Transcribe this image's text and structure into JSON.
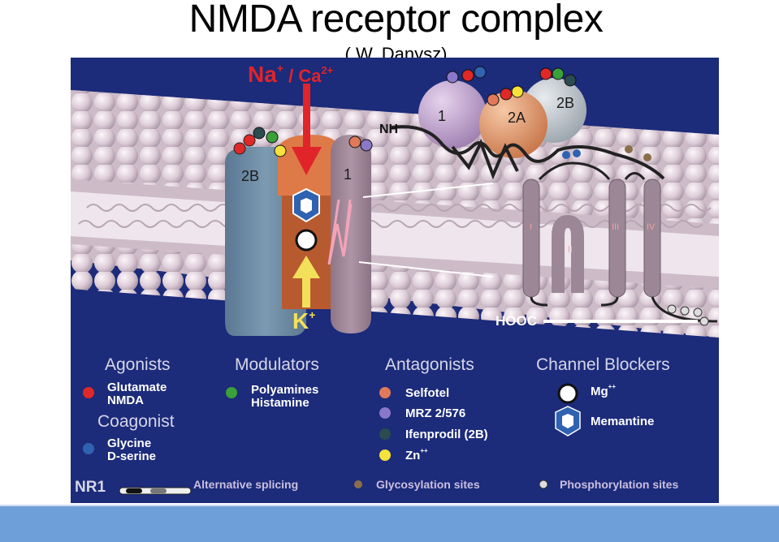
{
  "title": "NMDA receptor complex",
  "subtitle": "( W. Danysz)",
  "colors": {
    "background_blue": "#1c2b7a",
    "membrane": "#e9dde4",
    "subunit_2B": "#6e8ca4",
    "subunit_2A": "#d99a74",
    "subunit_1": "#a48ca4",
    "arrow_red": "#e0242a",
    "arrow_yellow": "#f2e05a",
    "footer": "#6f9fd8"
  },
  "diagram": {
    "ion_in": {
      "na": "Na",
      "na_sup": "+",
      "sep": " / ",
      "ca": "Ca",
      "ca_sup": "2+"
    },
    "ion_out": {
      "k": "K",
      "k_sup": "+"
    },
    "subunit_labels": {
      "left_2b": "2B",
      "left_1": "1",
      "top_1": "1",
      "top_2a": "2A",
      "top_2b": "2B",
      "roman_small": "I I I"
    },
    "termini": {
      "nh": "NH",
      "hooc": "HOOC"
    },
    "domains": [
      "I",
      "II",
      "III",
      "IV"
    ]
  },
  "legend": {
    "agonists": {
      "heading": "Agonists",
      "items": [
        "Glutamate",
        "NMDA"
      ]
    },
    "coagonist": {
      "heading": "Coagonist",
      "items": [
        "Glycine",
        "D-serine"
      ]
    },
    "modulators": {
      "heading": "Modulators",
      "items": [
        "Polyamines",
        "Histamine"
      ]
    },
    "antagonists": {
      "heading": "Antagonists",
      "items": [
        "Selfotel",
        "MRZ 2/576",
        "Ifenprodil (2B)",
        "Zn"
      ],
      "zn_sup": "++"
    },
    "channel_blockers": {
      "heading": "Channel Blockers",
      "items": [
        "Mg",
        "Memantine"
      ],
      "mg_sup": "++"
    }
  },
  "footer_row": {
    "nr1": "NR1",
    "splicing": "Alternative splicing",
    "glycosylation": "Glycosylation sites",
    "phosphorylation": "Phosphorylation sites"
  }
}
